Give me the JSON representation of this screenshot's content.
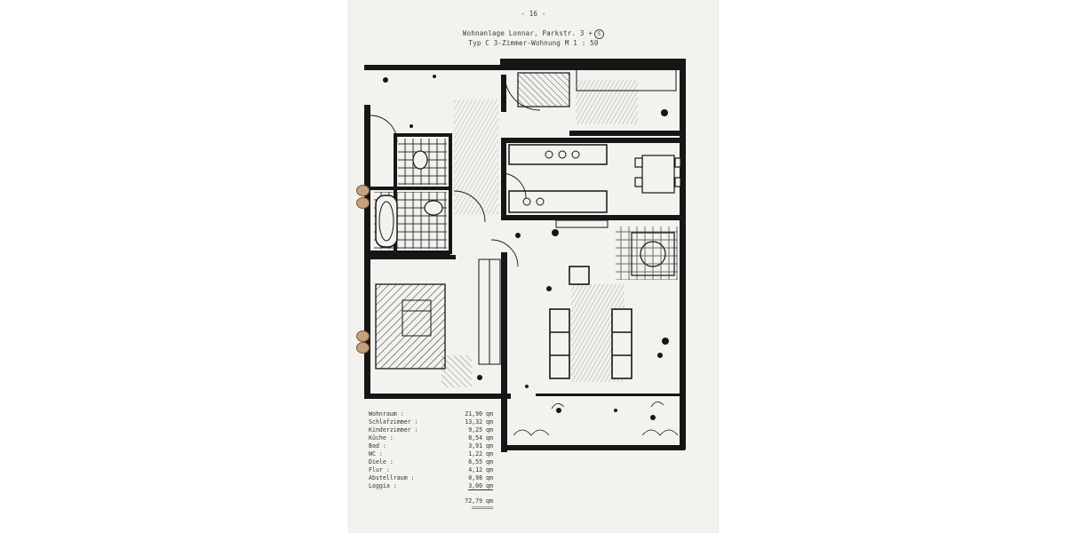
{
  "header": {
    "page_marker": "- 16 -",
    "line1": "Wohnanlage Lonnar, Parkstr. 3 +",
    "line1_circled": "5",
    "line2": "Typ C  3-Zimmer-Wohnung M 1 : 50"
  },
  "areas": [
    {
      "label": "Wohnraum :",
      "value": "21,90 qm"
    },
    {
      "label": "Schlafzimmer :",
      "value": "13,32 qm"
    },
    {
      "label": "Kinderzimmer :",
      "value": "9,25 qm"
    },
    {
      "label": "Küche :",
      "value": "8,54 qm"
    },
    {
      "label": "Bad :",
      "value": "3,91 qm"
    },
    {
      "label": "WC :",
      "value": "1,22 qm"
    },
    {
      "label": "Diele :",
      "value": "6,55 qm"
    },
    {
      "label": "Flur :",
      "value": "4,12 qm"
    },
    {
      "label": "Abstellraum :",
      "value": "0,98 qm"
    },
    {
      "label": "Loggia :",
      "value": "3,00 qm"
    }
  ],
  "total": {
    "value": "72,79 qm",
    "underline": "======="
  },
  "colors": {
    "paper": "#f3f2ee",
    "ink": "#161616",
    "punch_hole": "#c4a27e"
  }
}
